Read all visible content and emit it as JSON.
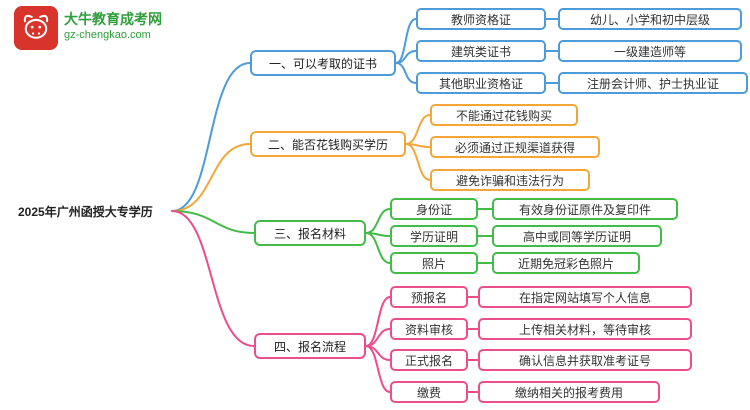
{
  "logo": {
    "site_name": "大牛教育成考网",
    "site_url": "gz-chengkao.com",
    "icon_name": "bull-icon"
  },
  "root": {
    "label": "2025年广州函授大专学历"
  },
  "colors": {
    "branch1": "#4d9bd9",
    "branch2": "#f4a738",
    "branch3": "#43bb47",
    "branch4": "#eb4d8d",
    "logo_red": "#d8342c",
    "logo_green": "#2f9e3b"
  },
  "branches": [
    {
      "label": "一、可以考取的证书",
      "children": [
        {
          "key": "教师资格证",
          "value": "幼儿、小学和初中层级"
        },
        {
          "key": "建筑类证书",
          "value": "一级建造师等"
        },
        {
          "key": "其他职业资格证",
          "value": "注册会计师、护士执业证"
        }
      ]
    },
    {
      "label": "二、能否花钱购买学历",
      "children": [
        {
          "key": "不能通过花钱购买"
        },
        {
          "key": "必须通过正规渠道获得"
        },
        {
          "key": "避免诈骗和违法行为"
        }
      ]
    },
    {
      "label": "三、报名材料",
      "children": [
        {
          "key": "身份证",
          "value": "有效身份证原件及复印件"
        },
        {
          "key": "学历证明",
          "value": "高中或同等学历证明"
        },
        {
          "key": "照片",
          "value": "近期免冠彩色照片"
        }
      ]
    },
    {
      "label": "四、报名流程",
      "children": [
        {
          "key": "预报名",
          "value": "在指定网站填写个人信息"
        },
        {
          "key": "资料审核",
          "value": "上传相关材料，等待审核"
        },
        {
          "key": "正式报名",
          "value": "确认信息并获取准考证号"
        },
        {
          "key": "缴费",
          "value": "缴纳相关的报考费用"
        }
      ]
    }
  ]
}
